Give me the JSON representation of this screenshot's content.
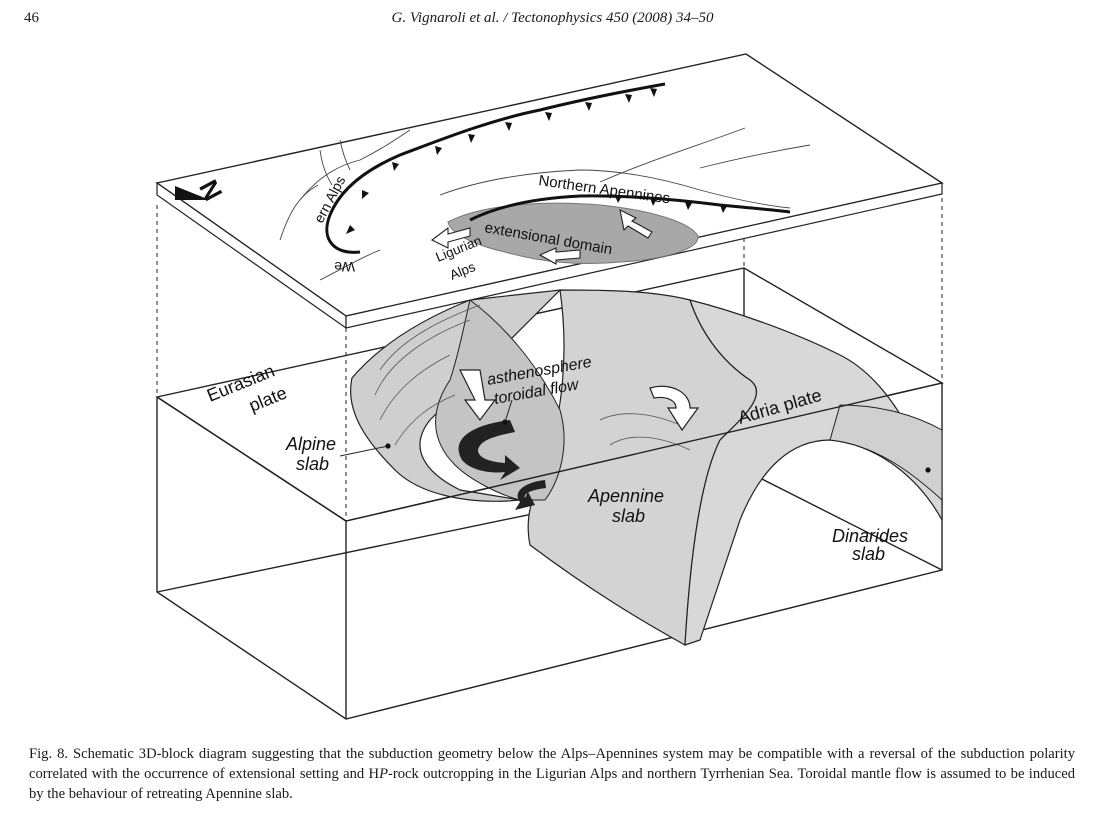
{
  "header": {
    "page_number": "46",
    "running_head": "G. Vignaroli et al. / Tectonophysics 450 (2008) 34–50"
  },
  "figure": {
    "labels": {
      "alps_curved": "ern Alps",
      "alps_tail": "We",
      "northern_apennines": "Northern Apennines",
      "extensional_domain": "extensional domain",
      "ligurian_1": "Ligurian",
      "ligurian_2": "Alps",
      "eurasian_1": "Eurasian",
      "eurasian_2": "plate",
      "asthenosphere_1": "asthenosphere",
      "asthenosphere_2": "toroidal flow",
      "adria": "Adria plate",
      "alpine_1": "Alpine",
      "alpine_2": "slab",
      "apennine_1": "Apennine",
      "apennine_2": "slab",
      "dinarides_1": "Dinarides",
      "dinarides_2": "slab",
      "north_arrow": "N"
    }
  },
  "caption": {
    "text_1": "Fig. 8. Schematic 3D-block diagram suggesting that the subduction geometry below the Alps–Apennines system may be compatible with a reversal of the subduction polarity correlated with the occurrence of extensional setting and H",
    "text_2": "P",
    "text_3": "-rock outcropping in the Ligurian Alps and northern Tyrrhenian Sea. Toroidal mantle flow is assumed to be induced by the behaviour of retreating Apennine slab."
  }
}
